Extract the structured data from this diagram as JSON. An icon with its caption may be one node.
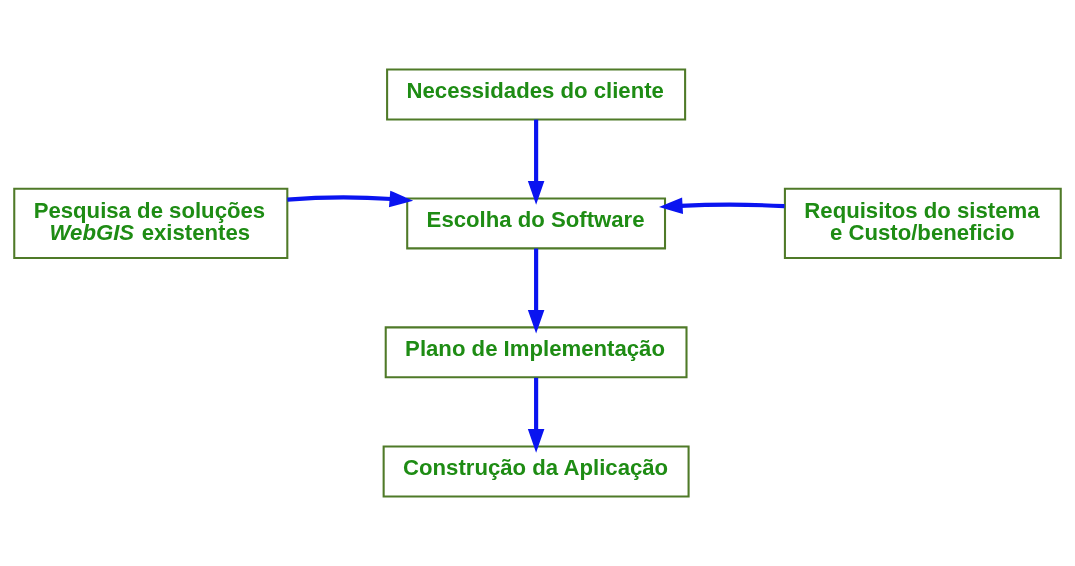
{
  "diagram": {
    "nodes": [
      {
        "text": [
          "Necessidades do cliente"
        ]
      },
      {
        "text": [
          "Pesquisa de soluções *WebGIS* existentes"
        ]
      },
      {
        "text": [
          "Escolha do Software"
        ]
      },
      {
        "text": [
          "Requisitos do sistema e Custo/beneficio"
        ]
      },
      {
        "text": [
          "Plano de Implementação"
        ]
      },
      {
        "text": [
          "Construção da Aplicação"
        ]
      }
    ],
    "edges": [
      {
        "from": 0,
        "to": 2,
        "arrow": "to"
      },
      {
        "from": 1,
        "to": 2,
        "arrow": "to"
      },
      {
        "from": 3,
        "to": 2,
        "arrow": "to"
      },
      {
        "from": 2,
        "to": 4,
        "arrow": "to"
      },
      {
        "from": 4,
        "to": 5,
        "arrow": "to"
      }
    ]
  }
}
